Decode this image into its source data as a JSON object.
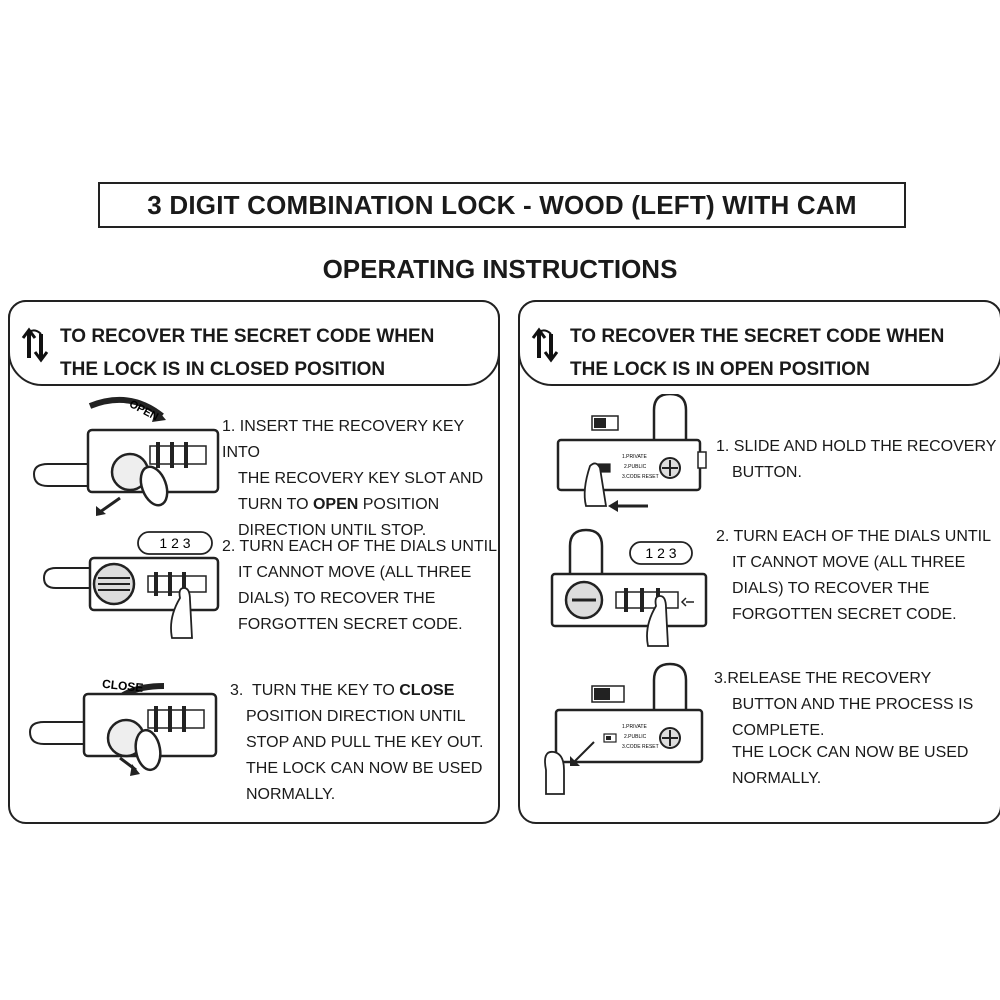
{
  "title": "3 DIGIT COMBINATION LOCK - WOOD (LEFT) WITH CAM",
  "subtitle": "OPERATING INSTRUCTIONS",
  "left_panel": {
    "heading_line1": "TO RECOVER THE SECRET CODE WHEN",
    "heading_line2": "THE LOCK IS IN CLOSED POSITION",
    "open_label": "OPEN",
    "close_label": "CLOSE",
    "code_badge": "1 2 3",
    "steps": [
      {
        "num": "1.",
        "lines": [
          "INSERT THE RECOVERY KEY INTO",
          "THE RECOVERY KEY SLOT AND"
        ],
        "line3_pre": "TURN TO ",
        "line3_bold": "OPEN",
        "line3_post": " POSITION",
        "line4": "DIRECTION UNTIL STOP."
      },
      {
        "num": "2.",
        "lines": [
          "TURN EACH OF THE DIALS UNTIL",
          "IT CANNOT MOVE (ALL THREE",
          "DIALS) TO RECOVER THE",
          "FORGOTTEN SECRET CODE."
        ]
      },
      {
        "num": "3.",
        "line1_pre": "TURN THE KEY TO ",
        "line1_bold": "CLOSE",
        "lines": [
          "POSITION DIRECTION UNTIL",
          "STOP AND PULL THE KEY OUT.",
          "THE LOCK CAN NOW BE USED",
          "NORMALLY."
        ]
      }
    ]
  },
  "right_panel": {
    "heading_line1": "TO RECOVER THE SECRET CODE WHEN",
    "heading_line2": "THE LOCK IS IN OPEN POSITION",
    "code_badge": "1 2 3",
    "label_private": "1.PRIVATE",
    "label_public": "2.PUBLIC",
    "label_reset": "3.CODE RESET",
    "steps": [
      {
        "num": "1.",
        "lines": [
          "SLIDE AND HOLD THE RECOVERY",
          "BUTTON."
        ]
      },
      {
        "num": "2.",
        "lines": [
          "TURN EACH OF THE DIALS UNTIL",
          "IT CANNOT MOVE (ALL THREE",
          "DIALS) TO RECOVER THE",
          "FORGOTTEN SECRET CODE."
        ]
      },
      {
        "num": "3.",
        "lines": [
          "RELEASE THE RECOVERY",
          "BUTTON AND THE PROCESS IS",
          "COMPLETE.",
          "THE LOCK CAN NOW BE USED",
          "NORMALLY."
        ]
      }
    ]
  }
}
